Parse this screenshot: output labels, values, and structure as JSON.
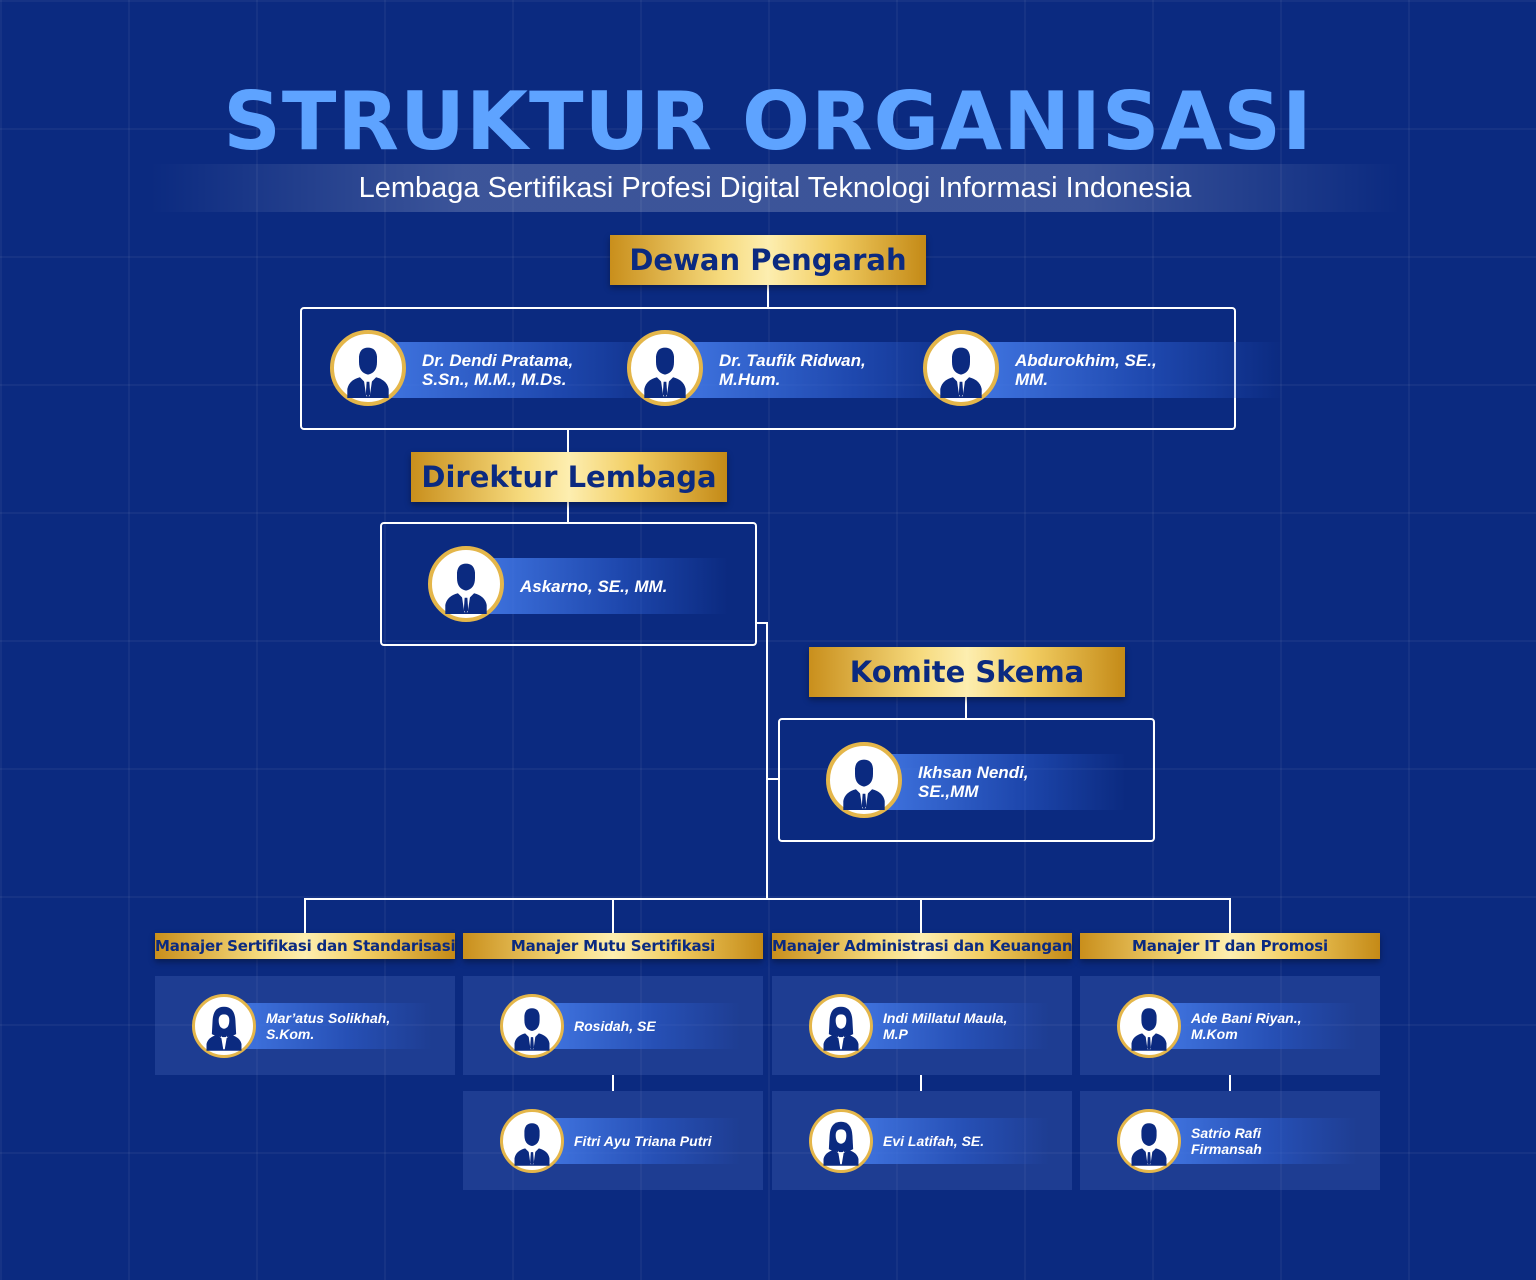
{
  "header": {
    "title": "STRUKTUR ORGANISASI",
    "subtitle": "Lembaga Sertifikasi Profesi Digital Teknologi Informasi Indonesia"
  },
  "colors": {
    "background": "#0b2a80",
    "title": "#5ea3ff",
    "gold": "#f2ce63",
    "avatar_border": "#e4b64a"
  },
  "dewan": {
    "label": "Dewan Pengarah",
    "members": [
      {
        "name": "Dr. Dendi Pratama,\nS.Sn., M.M., M.Ds.",
        "icon": "male-person-icon"
      },
      {
        "name": "Dr. Taufik Ridwan,\nM.Hum.",
        "icon": "male-person-icon"
      },
      {
        "name": "Abdurokhim, SE.,\nMM.",
        "icon": "male-person-icon"
      }
    ]
  },
  "direktur": {
    "label": "Direktur Lembaga",
    "members": [
      {
        "name": "Askarno, SE., MM.",
        "icon": "male-person-icon"
      }
    ]
  },
  "komite": {
    "label": "Komite Skema",
    "members": [
      {
        "name": "Ikhsan Nendi,\nSE.,MM",
        "icon": "male-person-icon"
      }
    ]
  },
  "managers": [
    {
      "label": "Manajer Sertifikasi dan Standarisasi",
      "members": [
        {
          "name": "Mar’atus Solikhah,\nS.Kom.",
          "icon": "female-person-icon"
        }
      ]
    },
    {
      "label": "Manajer Mutu Sertifikasi",
      "members": [
        {
          "name": "Rosidah, SE",
          "icon": "male-person-icon"
        },
        {
          "name": "Fitri Ayu Triana Putri",
          "icon": "male-person-icon"
        }
      ]
    },
    {
      "label": "Manajer Administrasi dan Keuangan",
      "members": [
        {
          "name": "Indi Millatul Maula,\nM.P",
          "icon": "female-person-icon"
        },
        {
          "name": "Evi Latifah, SE.",
          "icon": "female-person-icon"
        }
      ]
    },
    {
      "label": "Manajer IT dan Promosi",
      "members": [
        {
          "name": "Ade Bani Riyan.,\nM.Kom",
          "icon": "male-person-icon"
        },
        {
          "name": "Satrio Rafi\nFirmansah",
          "icon": "male-person-icon"
        }
      ]
    }
  ]
}
